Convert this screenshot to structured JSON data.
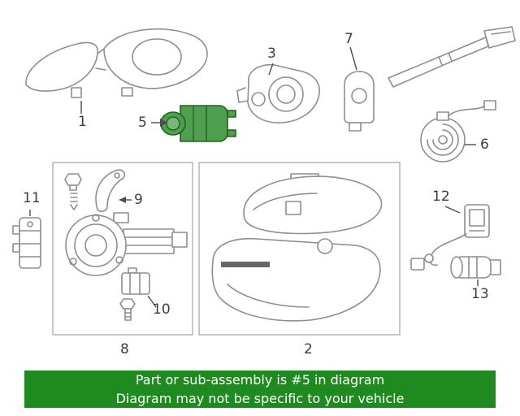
{
  "diagram": {
    "highlighted_part": "5",
    "callouts": {
      "part1": "1",
      "part2": "2",
      "part3": "3",
      "part5": "5",
      "part6": "6",
      "part7": "7",
      "part8": "8",
      "part9": "9",
      "part10": "10",
      "part11": "11",
      "part12": "12",
      "part13": "13"
    }
  },
  "banner": {
    "line1": "Part or sub-assembly is #5 in diagram",
    "line2": "Diagram may not be specific to your vehicle",
    "bg_color": "#1f8a1f",
    "text_color": "#ffffff"
  },
  "colors": {
    "line_art": "#8e8e8e",
    "highlight_fill": "#4f9f4f",
    "highlight_stroke": "#1e631e",
    "callout_text": "#3d3d3d"
  }
}
